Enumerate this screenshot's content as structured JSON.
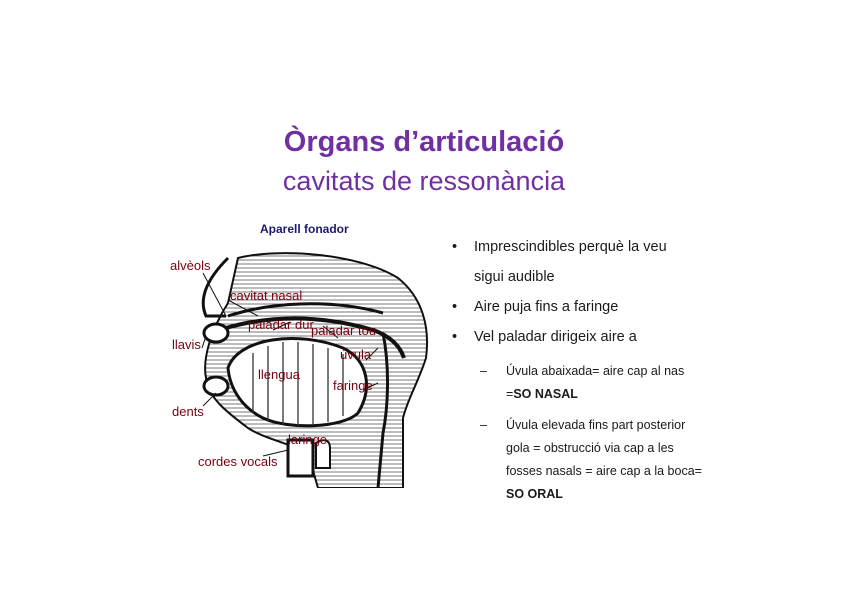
{
  "slide": {
    "title": "Òrgans d’articulació",
    "subtitle": "cavitats de ressonància"
  },
  "figure": {
    "heading": "Aparell fonador",
    "labels": {
      "alveols": "alvèols",
      "cavitat_nasal": "cavitat nasal",
      "paladar_dur": "paladar dur",
      "paladar_tou": "paladar tou",
      "llavis": "llavis",
      "uvula": "úvula",
      "llengua": "llengua",
      "faringe": "faringe",
      "dents": "dents",
      "laringe": "laringe",
      "cordes_vocals": "cordes vocals"
    }
  },
  "bullets": [
    {
      "line1": "Imprescindibles perquè la veu",
      "line2": "sigui audible"
    },
    {
      "line1": "Aire puja fins a faringe"
    },
    {
      "line1": "Vel paladar dirigeix aire a"
    }
  ],
  "sub_bullets": [
    {
      "line1": "Úvula abaixada= aire cap al nas",
      "line2": "=",
      "line2_bold": "SO NASAL"
    },
    {
      "line1": "Úvula elevada fins part posterior",
      "line2": "gola = obstrucció via cap a les",
      "line3": "fosses nasals = aire cap a la boca=",
      "line4_bold": "SO ORAL"
    }
  ],
  "bullet_symbol": "•",
  "dash_symbol": "–"
}
